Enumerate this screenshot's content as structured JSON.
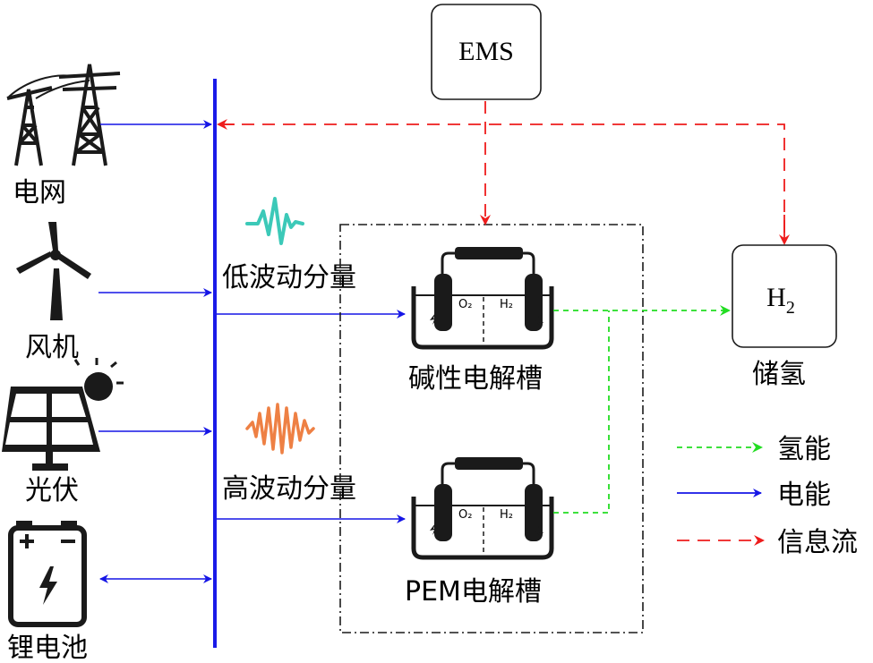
{
  "sources": {
    "grid": "电网",
    "wind": "风机",
    "pv": "光伏",
    "battery": "锂电池"
  },
  "components": {
    "low_freq": "低波动分量",
    "high_freq": "高波动分量"
  },
  "electrolyzers": {
    "alkaline": "碱性电解槽",
    "pem": "PEM电解槽",
    "o2_mark": "O₂",
    "h2_mark": "H₂"
  },
  "ems": "EMS",
  "storage": {
    "box_main": "H",
    "box_sub": "2",
    "label": "储氢"
  },
  "legend": {
    "hydrogen": "氢能",
    "electric": "电能",
    "info": "信息流"
  },
  "colors": {
    "electric": "#1515e6",
    "hydrogen": "#22dd22",
    "info": "#ee1c1c",
    "low_wave": "#3cc9b8",
    "high_wave": "#ee8044",
    "busbar": "#1a1ae8"
  }
}
